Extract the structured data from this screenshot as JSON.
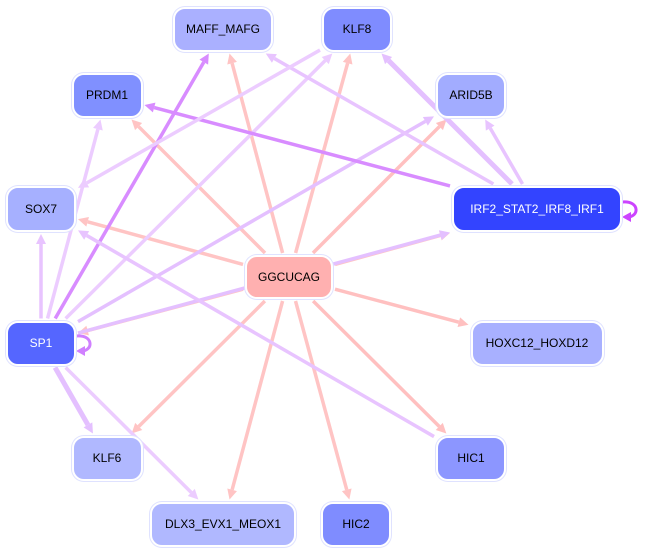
{
  "nodes": [
    {
      "id": "MAFF_MAFG",
      "label": "MAFF_MAFG",
      "color": "#aab0ff",
      "text": "#000000"
    },
    {
      "id": "KLF8",
      "label": "KLF8",
      "color": "#7f8cff",
      "text": "#000000"
    },
    {
      "id": "PRDM1",
      "label": "PRDM1",
      "color": "#8090ff",
      "text": "#000000"
    },
    {
      "id": "ARID5B",
      "label": "ARID5B",
      "color": "#a2acff",
      "text": "#000000"
    },
    {
      "id": "SOX7",
      "label": "SOX7",
      "color": "#a6b0ff",
      "text": "#000000"
    },
    {
      "id": "IRF2",
      "label": "IRF2_STAT2_IRF8_IRF1",
      "color": "#3344ff",
      "text": "#ffffff"
    },
    {
      "id": "GGCUCAG",
      "label": "GGCUCAG",
      "color": "#ffb0b0",
      "text": "#000000"
    },
    {
      "id": "SP1",
      "label": "SP1",
      "color": "#5566ff",
      "text": "#ffffff"
    },
    {
      "id": "HOXC12",
      "label": "HOXC12_HOXD12",
      "color": "#a8b0ff",
      "text": "#000000"
    },
    {
      "id": "KLF6",
      "label": "KLF6",
      "color": "#b0b8ff",
      "text": "#000000"
    },
    {
      "id": "HIC1",
      "label": "HIC1",
      "color": "#8c96ff",
      "text": "#000000"
    },
    {
      "id": "DLX3",
      "label": "DLX3_EVX1_MEOX1",
      "color": "#b0b8ff",
      "text": "#000000"
    },
    {
      "id": "HIC2",
      "label": "HIC2",
      "color": "#7f8cff",
      "text": "#000000"
    }
  ],
  "edges": [
    {
      "from": "GGCUCAG",
      "to": "MAFF_MAFG",
      "color": "#ffc4c4"
    },
    {
      "from": "GGCUCAG",
      "to": "KLF8",
      "color": "#ffc4c4"
    },
    {
      "from": "GGCUCAG",
      "to": "PRDM1",
      "color": "#ffc4c4"
    },
    {
      "from": "GGCUCAG",
      "to": "ARID5B",
      "color": "#ffc0c0"
    },
    {
      "from": "GGCUCAG",
      "to": "SOX7",
      "color": "#ffc4c4"
    },
    {
      "from": "GGCUCAG",
      "to": "IRF2",
      "color": "#ffc4c4"
    },
    {
      "from": "GGCUCAG",
      "to": "SP1",
      "color": "#ffc4c4"
    },
    {
      "from": "GGCUCAG",
      "to": "HOXC12",
      "color": "#ffc0c0"
    },
    {
      "from": "GGCUCAG",
      "to": "KLF6",
      "color": "#ffc4c4"
    },
    {
      "from": "GGCUCAG",
      "to": "HIC1",
      "color": "#ffc0c0"
    },
    {
      "from": "GGCUCAG",
      "to": "DLX3",
      "color": "#ffc4c4"
    },
    {
      "from": "GGCUCAG",
      "to": "HIC2",
      "color": "#ffc4c4"
    },
    {
      "from": "SP1",
      "to": "MAFF_MAFG",
      "color": "#d88cff"
    },
    {
      "from": "SP1",
      "to": "KLF8",
      "color": "#ecccff"
    },
    {
      "from": "SP1",
      "to": "ARID5B",
      "color": "#e4c0ff"
    },
    {
      "from": "SP1",
      "to": "IRF2",
      "color": "#e4c0ff"
    },
    {
      "from": "SP1",
      "to": "PRDM1",
      "color": "#ecccff"
    },
    {
      "from": "SP1",
      "to": "SOX7",
      "color": "#e8c4ff"
    },
    {
      "from": "SP1",
      "to": "KLF6",
      "color": "#e4c0ff"
    },
    {
      "from": "SP1",
      "to": "DLX3",
      "color": "#ecccff"
    },
    {
      "from": "SP1",
      "to": "SP1",
      "color": "#d080ff"
    },
    {
      "from": "IRF2",
      "to": "PRDM1",
      "color": "#d88cff"
    },
    {
      "from": "IRF2",
      "to": "MAFF_MAFG",
      "color": "#e8c4ff"
    },
    {
      "from": "IRF2",
      "to": "KLF8",
      "color": "#e4c0ff"
    },
    {
      "from": "IRF2",
      "to": "ARID5B",
      "color": "#e8c4ff"
    },
    {
      "from": "IRF2",
      "to": "IRF2",
      "color": "#cc44ff"
    },
    {
      "from": "KLF8",
      "to": "SOX7",
      "color": "#ecccff"
    },
    {
      "from": "HIC1",
      "to": "SOX7",
      "color": "#e8c4ff"
    }
  ]
}
